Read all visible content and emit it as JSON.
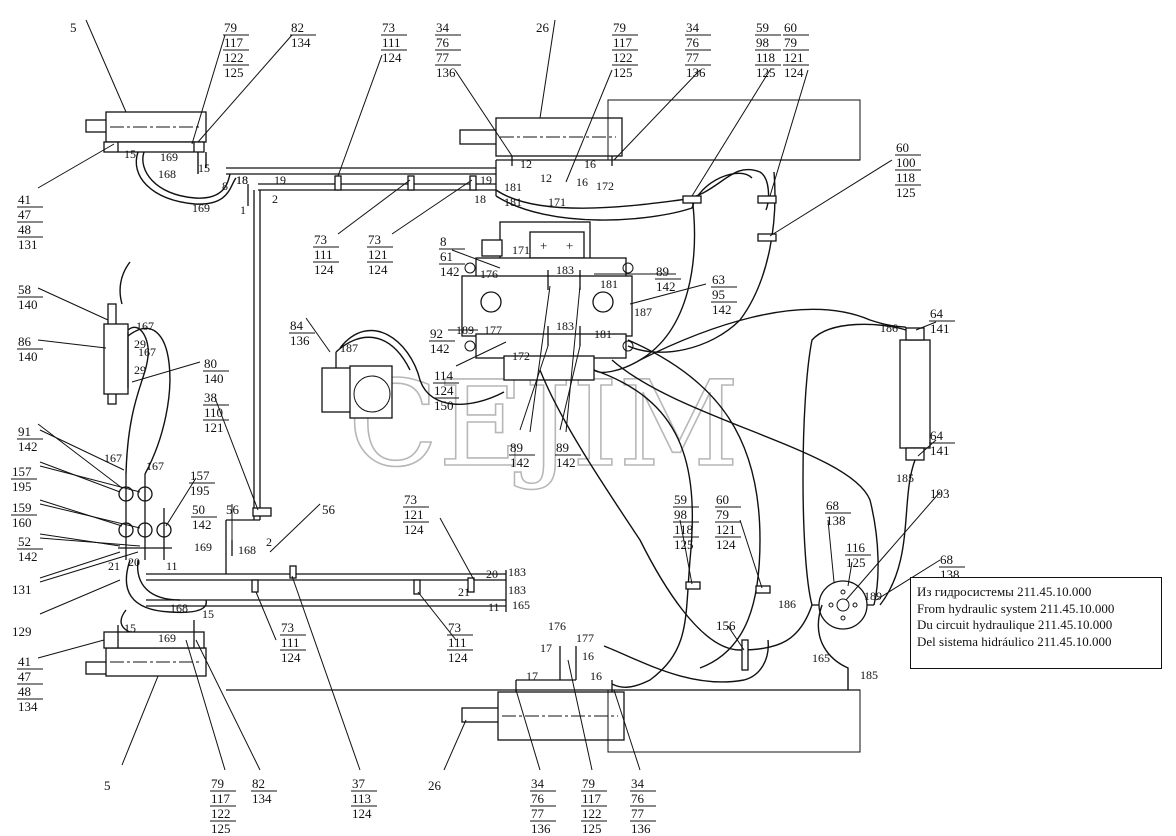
{
  "watermark": "CEJIM",
  "legend": {
    "lines": [
      "Из гидросистемы 211.45.10.000",
      "From hydraulic system 211.45.10.000",
      "Du circuit hydraulique 211.45.10.000",
      "Del sistema hidráulico 211.45.10.000"
    ]
  },
  "callouts": [
    {
      "id": "c1",
      "lines": [
        "5"
      ]
    },
    {
      "id": "c2",
      "lines": [
        "79",
        "117",
        "122",
        "125"
      ]
    },
    {
      "id": "c3",
      "lines": [
        "82",
        "134"
      ]
    },
    {
      "id": "c4",
      "lines": [
        "73",
        "111",
        "124"
      ]
    },
    {
      "id": "c5",
      "lines": [
        "34",
        "76",
        "77",
        "136"
      ]
    },
    {
      "id": "c6",
      "lines": [
        "26"
      ]
    },
    {
      "id": "c7",
      "lines": [
        "79",
        "117",
        "122",
        "125"
      ]
    },
    {
      "id": "c8",
      "lines": [
        "34",
        "76",
        "77",
        "136"
      ]
    },
    {
      "id": "c9",
      "lines": [
        "59",
        "98",
        "118",
        "125"
      ]
    },
    {
      "id": "c10",
      "lines": [
        "60",
        "79",
        "121",
        "124"
      ]
    },
    {
      "id": "c11",
      "lines": [
        "41",
        "47",
        "48",
        "131"
      ]
    },
    {
      "id": "c12",
      "lines": [
        "60",
        "100",
        "118",
        "125"
      ]
    },
    {
      "id": "c13",
      "lines": [
        "73",
        "111",
        "124"
      ]
    },
    {
      "id": "c14",
      "lines": [
        "73",
        "121",
        "124"
      ]
    },
    {
      "id": "c15",
      "lines": [
        "8",
        "61",
        "142"
      ]
    },
    {
      "id": "c16",
      "lines": [
        "89",
        "142"
      ]
    },
    {
      "id": "c17",
      "lines": [
        "63",
        "95",
        "142"
      ]
    },
    {
      "id": "c18",
      "lines": [
        "58",
        "140"
      ]
    },
    {
      "id": "c19",
      "lines": [
        "86",
        "140"
      ]
    },
    {
      "id": "c20",
      "lines": [
        "80",
        "140"
      ]
    },
    {
      "id": "c21",
      "lines": [
        "84",
        "136"
      ]
    },
    {
      "id": "c22",
      "lines": [
        "92",
        "142"
      ]
    },
    {
      "id": "c23",
      "lines": [
        "114",
        "124",
        "150"
      ]
    },
    {
      "id": "c24",
      "lines": [
        "38",
        "110",
        "121"
      ]
    },
    {
      "id": "c25",
      "lines": [
        "64",
        "141"
      ]
    },
    {
      "id": "c26",
      "lines": [
        "64",
        "141"
      ]
    },
    {
      "id": "c27",
      "lines": [
        "91",
        "142"
      ]
    },
    {
      "id": "c28",
      "lines": [
        "157",
        "195"
      ]
    },
    {
      "id": "c29",
      "lines": [
        "157",
        "195"
      ]
    },
    {
      "id": "c30",
      "lines": [
        "159",
        "160"
      ]
    },
    {
      "id": "c31",
      "lines": [
        "50",
        "142"
      ]
    },
    {
      "id": "c32",
      "lines": [
        "52",
        "142"
      ]
    },
    {
      "id": "c33",
      "lines": [
        "131"
      ]
    },
    {
      "id": "c34",
      "lines": [
        "129"
      ]
    },
    {
      "id": "c35",
      "lines": [
        "56"
      ]
    },
    {
      "id": "c36",
      "lines": [
        "56"
      ]
    },
    {
      "id": "c37",
      "lines": [
        "89",
        "142"
      ]
    },
    {
      "id": "c38",
      "lines": [
        "89",
        "142"
      ]
    },
    {
      "id": "c39",
      "lines": [
        "73",
        "121",
        "124"
      ]
    },
    {
      "id": "c40",
      "lines": [
        "59",
        "98",
        "118",
        "125"
      ]
    },
    {
      "id": "c41",
      "lines": [
        "60",
        "79",
        "121",
        "124"
      ]
    },
    {
      "id": "c42",
      "lines": [
        "68",
        "138"
      ]
    },
    {
      "id": "c43",
      "lines": [
        "193"
      ]
    },
    {
      "id": "c44",
      "lines": [
        "116",
        "125"
      ]
    },
    {
      "id": "c45",
      "lines": [
        "68",
        "138"
      ]
    },
    {
      "id": "c46",
      "lines": [
        "41",
        "47",
        "48",
        "134"
      ]
    },
    {
      "id": "c47",
      "lines": [
        "73",
        "111",
        "124"
      ]
    },
    {
      "id": "c48",
      "lines": [
        "73",
        "111",
        "124"
      ]
    },
    {
      "id": "c49",
      "lines": [
        "156"
      ]
    },
    {
      "id": "c50",
      "lines": [
        "5"
      ]
    },
    {
      "id": "c51",
      "lines": [
        "79",
        "117",
        "122",
        "125"
      ]
    },
    {
      "id": "c52",
      "lines": [
        "82",
        "134"
      ]
    },
    {
      "id": "c53",
      "lines": [
        "37",
        "113",
        "124"
      ]
    },
    {
      "id": "c54",
      "lines": [
        "26"
      ]
    },
    {
      "id": "c55",
      "lines": [
        "34",
        "76",
        "77",
        "136"
      ]
    },
    {
      "id": "c56",
      "lines": [
        "79",
        "117",
        "122",
        "125"
      ]
    },
    {
      "id": "c57",
      "lines": [
        "34",
        "76",
        "77",
        "136"
      ]
    }
  ],
  "point_labels": [
    "15",
    "169",
    "168",
    "15",
    "169",
    "8",
    "18",
    "19",
    "2",
    "1",
    "18",
    "19",
    "18",
    "181",
    "181",
    "12",
    "12",
    "16",
    "16",
    "172",
    "171",
    "171",
    "176",
    "183",
    "181",
    "187",
    "189",
    "177",
    "172",
    "183",
    "181",
    "187",
    "167",
    "29",
    "167",
    "29",
    "167",
    "167",
    "186",
    "185",
    "21",
    "20",
    "11",
    "169",
    "168",
    "2",
    "20",
    "21",
    "11",
    "183",
    "183",
    "165",
    "168",
    "15",
    "15",
    "169",
    "176",
    "17",
    "177",
    "16",
    "17",
    "16",
    "186",
    "189",
    "165",
    "185"
  ]
}
